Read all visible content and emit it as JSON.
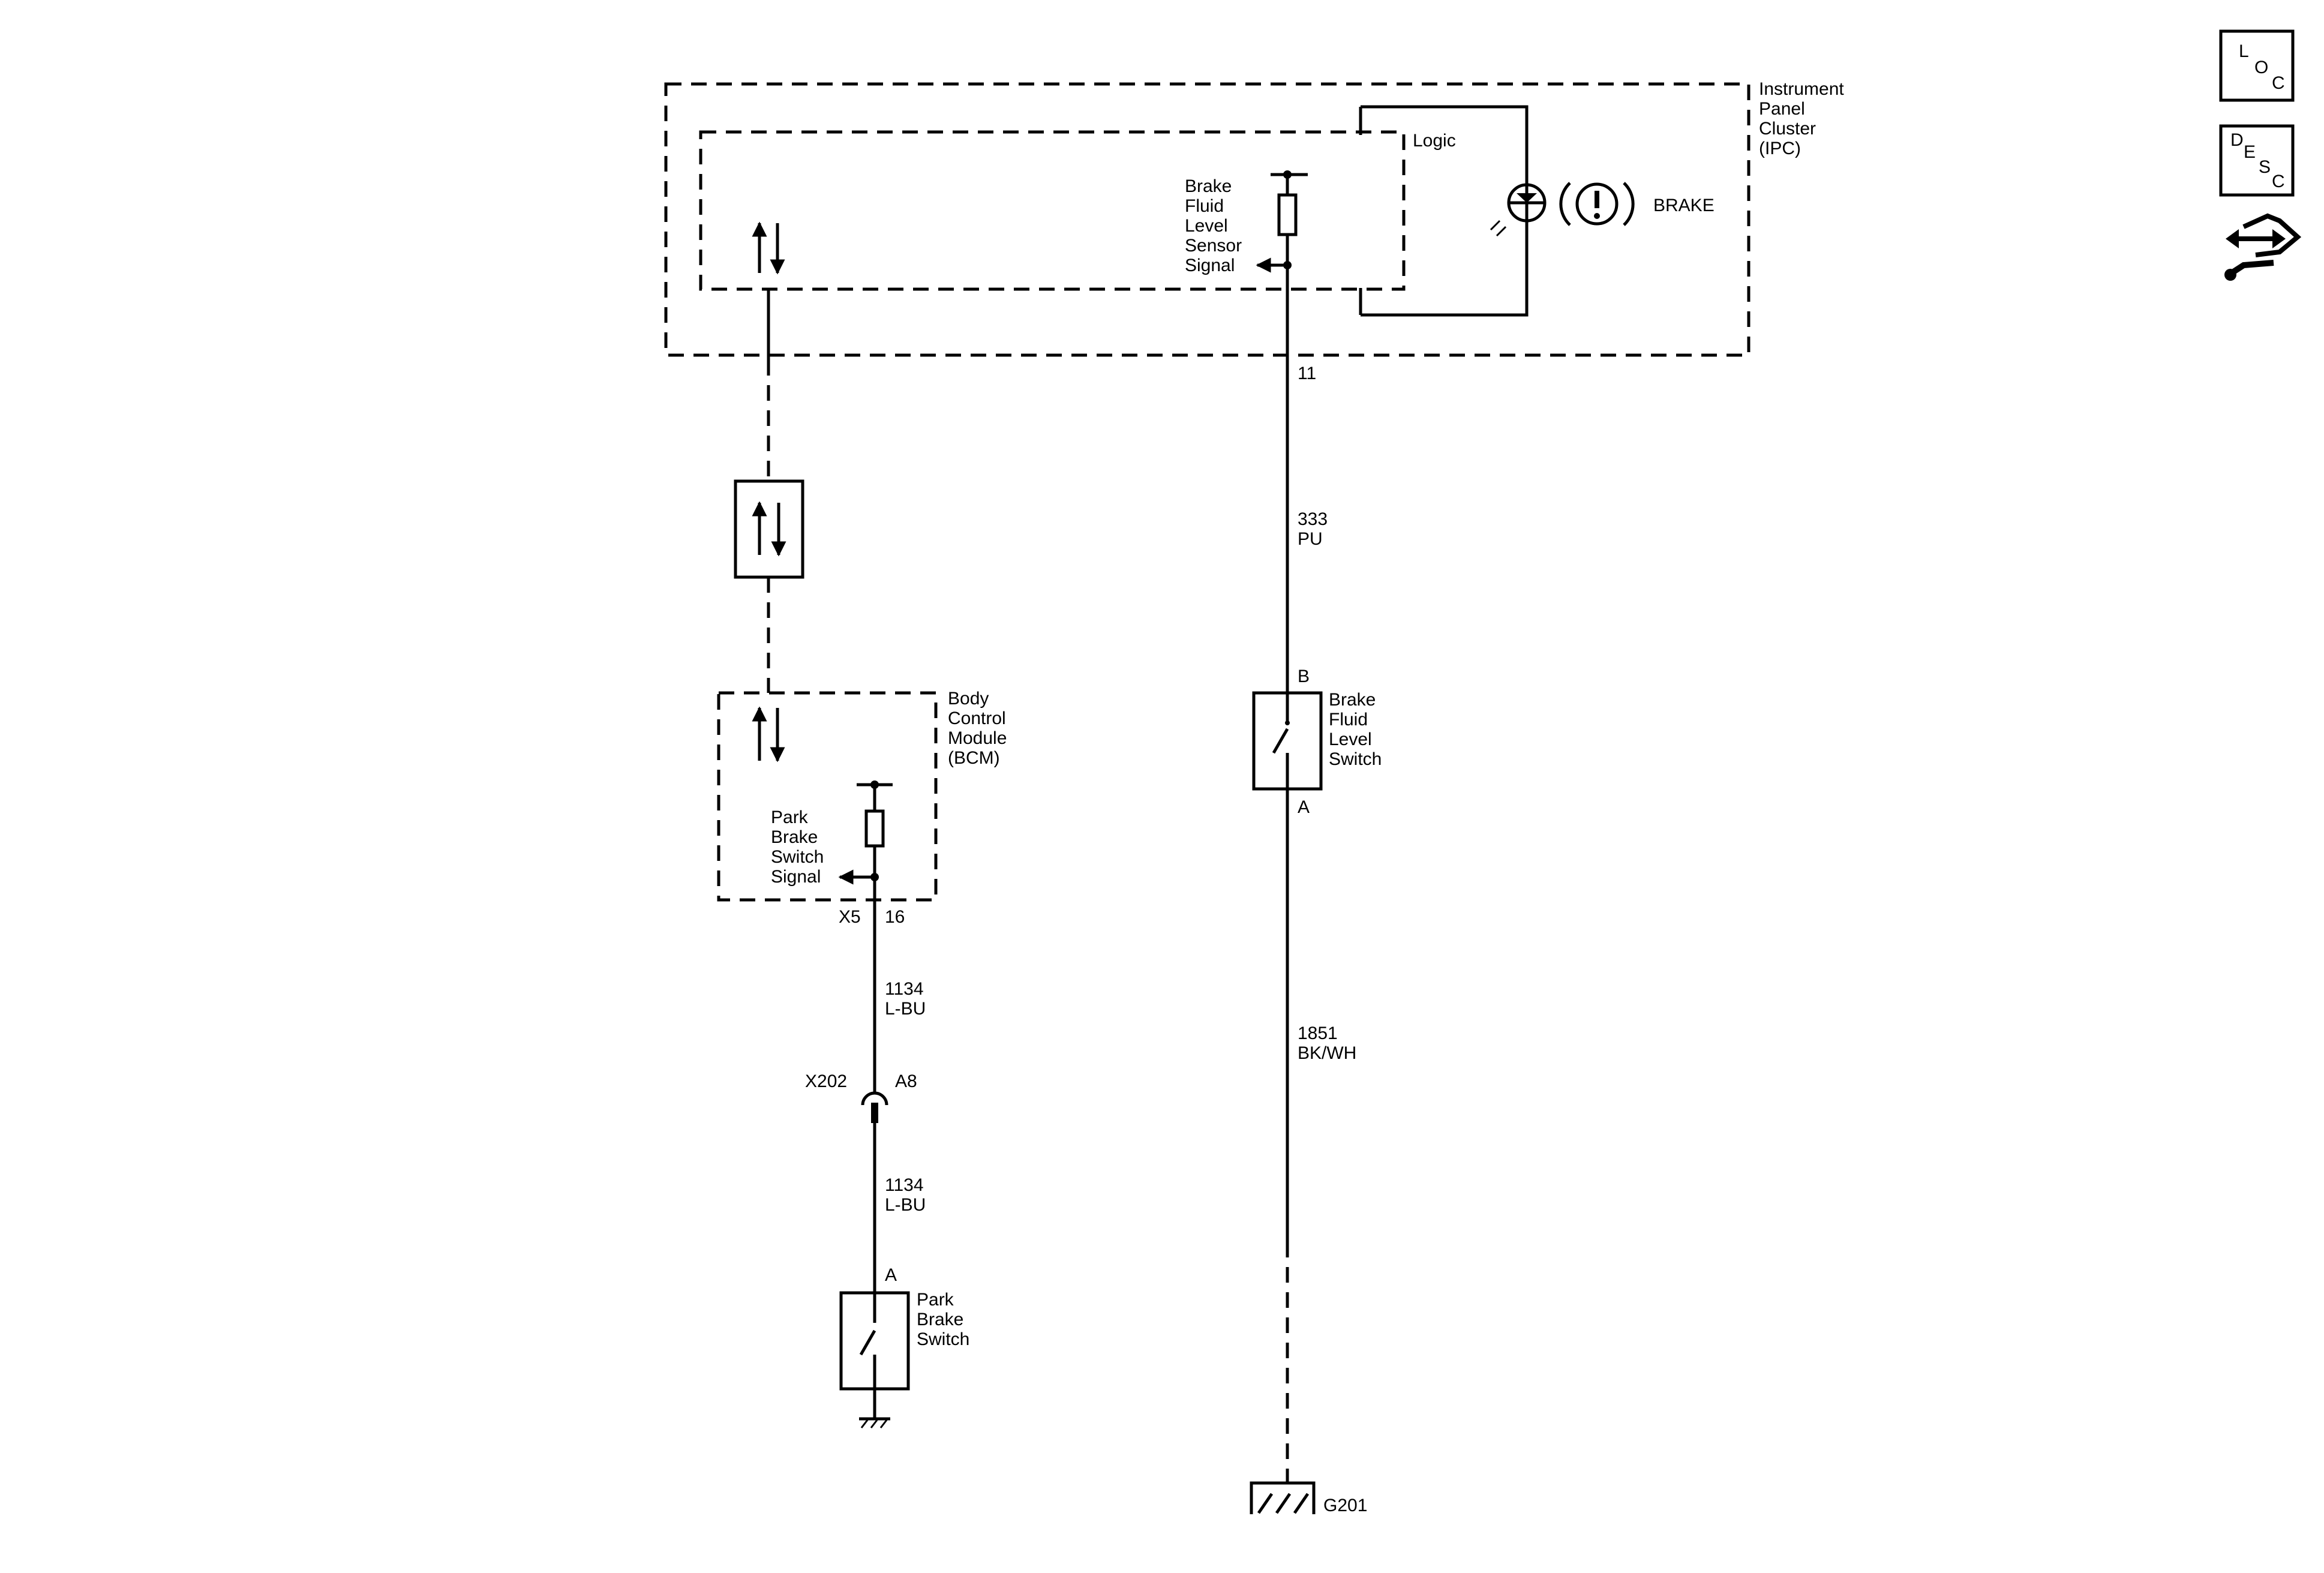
{
  "ipc": {
    "name_lines": [
      "Instrument",
      "Panel",
      "Cluster",
      "(IPC)"
    ],
    "logic_label": "Logic",
    "sensor_label_lines": [
      "Brake",
      "Fluid",
      "Level",
      "Sensor",
      "Signal"
    ],
    "lamp_label": "BRAKE",
    "lamp_symbol": "(!)",
    "pin": "11"
  },
  "bcm": {
    "name_lines": [
      "Body",
      "Control",
      "Module",
      "(BCM)"
    ],
    "signal_label_lines": [
      "Park",
      "Brake",
      "Switch",
      "Signal"
    ],
    "connector": "X5",
    "pin": "16"
  },
  "wires": {
    "ipc_to_switch": {
      "circuit": "333",
      "color": "PU"
    },
    "switch_to_ground": {
      "circuit": "1851",
      "color": "BK/WH"
    },
    "bcm_to_connector": {
      "circuit": "1134",
      "color": "L-BU"
    },
    "connector_to_switch": {
      "circuit": "1134",
      "color": "L-BU"
    }
  },
  "inline_connector": {
    "name": "X202",
    "pin": "A8"
  },
  "brake_fluid_switch": {
    "label_lines": [
      "Brake",
      "Fluid",
      "Level",
      "Switch"
    ],
    "pin_top": "B",
    "pin_bottom": "A"
  },
  "park_brake_switch": {
    "label_lines": [
      "Park",
      "Brake",
      "Switch"
    ],
    "pin_top": "A"
  },
  "ground": {
    "name": "G201"
  },
  "side_icons": {
    "loc": "LOC",
    "desc": "DESC",
    "nav_icon": "arrows-wrench-icon"
  }
}
